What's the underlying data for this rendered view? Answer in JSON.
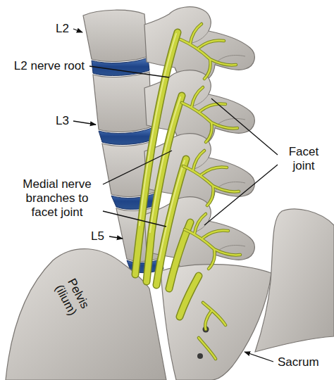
{
  "diagram": {
    "labels": [
      "L2",
      "L2 nerve root",
      "L3",
      "Facet joint",
      "Medial nerve branches to facet joint",
      "L5",
      "Pelvis (ilium)",
      "Sacrum"
    ]
  }
}
